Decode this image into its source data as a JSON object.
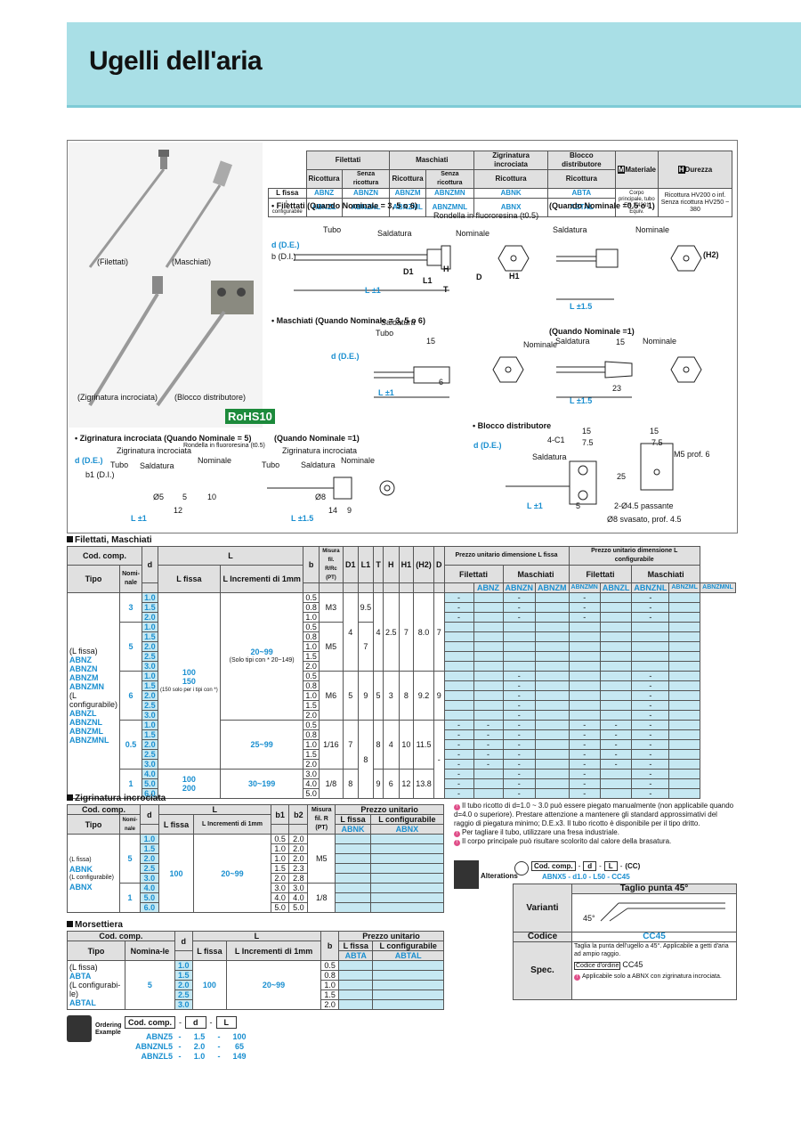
{
  "page_title": "Ugelli dell'aria",
  "rohs": {
    "text": "RoHS",
    "num": "10"
  },
  "photo_captions": [
    "(Filettati)",
    "(Maschiati)",
    "(Zigrinatura incrociata)",
    "(Blocco distributore)"
  ],
  "top_table": {
    "col_groups": [
      "Filettati",
      "Maschiati",
      "Zigrinatura incrociata",
      "Blocco distributore"
    ],
    "subcols": [
      "Ricottura",
      "Senza ricottura",
      "Ricottura",
      "Senza ricottura",
      "Ricottura",
      "Ricottura"
    ],
    "material_label": "Materiale",
    "material_m": "M",
    "hardness_label": "Durezza",
    "hardness_h": "H",
    "row_fixed_label": "L fissa",
    "row_fixed": [
      "ABNZ",
      "ABNZN",
      "ABNZM",
      "ABNZMN",
      "ABNK",
      "ABTA"
    ],
    "row_conf_label": "L configurabile",
    "row_conf": [
      "ABNZL",
      "ABNZNL",
      "ABNZML",
      "ABNZMNL",
      "ABNX",
      "ABTAL"
    ],
    "material_text": "Corpo principale, tubo EN 1.4301 Equiv.",
    "hardness_text": "Ricottura HV200 o inf. Senza ricottura HV250 ~ 380"
  },
  "drawing_titles": {
    "filettati": "• Filettati (Quando Nominale = 3, 5 o 6)",
    "filettati_small": "(Quando Nominale =0.5 o 1)",
    "maschiati": "• Maschiati (Quando Nominale = 3, 5 o 6)",
    "maschiati_small": "(Quando Nominale =1)",
    "zigrinatura": "• Zigrinatura incrociata (Quando Nominale = 5)",
    "zigrinatura_small": "(Quando Nominale =1)",
    "blocco": "• Blocco distributore"
  },
  "drawing_labels": {
    "tubo": "Tubo",
    "saldatura": "Saldatura",
    "nominale": "Nominale",
    "rondella": "Rondella in fluororesina (t0.5)",
    "zig_label": "Zigrinatura incrociata",
    "d_de": "d (D.E.)",
    "b_di": "b (D.I.)",
    "b1_di": "b1 (D.I.)",
    "l_pm1": "L ±1",
    "l_pm15": "L ±1.5",
    "m5": "M5 prof. 6",
    "hole": "2-Ø4.5 passante",
    "svas": "Ø8 svasato, prof. 4.5",
    "c1": "4-C1",
    "dim_15": "15",
    "dim_75": "7.5",
    "dim_25": "25",
    "dim_23": "23",
    "dim_6": "6",
    "dim_5": "5",
    "dim_12": "12",
    "dim_14": "14",
    "dim_9": "9",
    "dim_10": "10",
    "dim_o8": "Ø8",
    "dim_o5": "Ø5",
    "h_label": "H",
    "t_label": "T",
    "l1_label": "L1",
    "d1_label": "D1",
    "d_label": "D",
    "h1_label": "H1",
    "h2_label": "(H2)"
  },
  "section1": {
    "title": "Filettati, Maschiati",
    "headers": {
      "cod": "Cod. comp.",
      "tipo": "Tipo",
      "nominale": "Nomi-nale",
      "d": "d",
      "l": "L",
      "lfissa": "L fissa",
      "linc": "L Incrementi di 1mm",
      "b": "b",
      "misura": "Misura fil. R/Rc (PT)",
      "d1": "D1",
      "l1": "L1",
      "t": "T",
      "h": "H",
      "h1": "H1",
      "h2": "(H2)",
      "dcol": "D",
      "prezzo_fissa": "Prezzo unitario dimensione L fissa",
      "prezzo_conf": "Prezzo unitario dimensione L configurabile",
      "filettati": "Filettati",
      "maschiati": "Maschiati",
      "price_codes": [
        "ABNZ",
        "ABNZN",
        "ABNZM",
        "ABNZMN",
        "ABNZL",
        "ABNZNL",
        "ABNZML",
        "ABNZMNL"
      ]
    },
    "tipo_text": [
      "(L fissa)",
      "ABNZ",
      "ABNZN",
      "ABNZM",
      "ABNZMN",
      "(L configurabile)",
      "ABNZL",
      "ABNZNL",
      "ABNZML",
      "ABNZMNL"
    ],
    "nominale": [
      "3",
      "5",
      "6",
      "0.5",
      "1"
    ],
    "d_values": [
      "1.0",
      "1.5",
      "2.0",
      "1.0",
      "1.5",
      "2.0",
      "2.5",
      "3.0",
      "1.0",
      "1.5",
      "2.0",
      "2.5",
      "3.0",
      "1.0",
      "1.5",
      "2.0",
      "2.5",
      "3.0",
      "4.0",
      "5.0",
      "6.0"
    ],
    "b_values": [
      "0.5",
      "0.8",
      "1.0",
      "0.5",
      "0.8",
      "1.0",
      "1.5",
      "2.0",
      "0.5",
      "0.8",
      "1.0",
      "1.5",
      "2.0",
      "0.5",
      "0.8",
      "1.0",
      "1.5",
      "2.0",
      "3.0",
      "4.0",
      "5.0"
    ],
    "lfissa_a": "100",
    "lfissa_b": "150",
    "lfissa_note": "(150 solo per i tipi con *)",
    "lfissa_c": "100",
    "lfissa_d": "200",
    "linc_a": "20~99",
    "linc_a_note": "(Solo tipi con * 20~149)",
    "linc_b": "25~99",
    "linc_c": "30~199",
    "misura": [
      "M3",
      "M5",
      "M6",
      "1/16",
      "1/8"
    ],
    "d1": [
      "4",
      "5",
      "7",
      "8"
    ],
    "l1": [
      "9.5",
      "7",
      "9",
      "8"
    ],
    "t": [
      "4",
      "5",
      "8",
      "9"
    ],
    "h": [
      "2.5",
      "3",
      "4",
      "6"
    ],
    "h1": [
      "7",
      "8",
      "10",
      "12"
    ],
    "h2": [
      "8.0",
      "9.2",
      "11.5",
      "13.8"
    ],
    "dcol": [
      "7",
      "9",
      "-"
    ],
    "dash": "-"
  },
  "section2": {
    "title": "Zigrinatura incrociata",
    "headers": {
      "cod": "Cod. comp.",
      "tipo": "Tipo",
      "nominale": "Nomi-nale",
      "d": "d",
      "l": "L",
      "lfissa": "L fissa",
      "linc": "L Incrementi di 1mm",
      "b1": "b1",
      "b2": "b2",
      "misura": "Misura fil. R (PT)",
      "prezzo": "Prezzo unitario",
      "pfissa": "L fissa",
      "pconf": "L configurabile",
      "code1": "ABNK",
      "code2": "ABNX"
    },
    "tipo_text": [
      "(L fissa)",
      "ABNK",
      "(L configurabile)",
      "ABNX"
    ],
    "nominale": [
      "5",
      "1"
    ],
    "d_values": [
      "1.0",
      "1.5",
      "2.0",
      "2.5",
      "3.0",
      "4.0",
      "5.0",
      "6.0"
    ],
    "b1_values": [
      "0.5",
      "1.0",
      "1.0",
      "1.5",
      "2.0",
      "3.0",
      "4.0",
      "5.0"
    ],
    "b2_values": [
      "2.0",
      "2.0",
      "2.0",
      "2.3",
      "2.8",
      "3.0",
      "4.0",
      "5.0"
    ],
    "lfissa": "100",
    "linc": "20~99",
    "misura": [
      "M5",
      "1/8"
    ]
  },
  "section3": {
    "title": "Morsettiera",
    "headers": {
      "cod": "Cod. comp.",
      "tipo": "Tipo",
      "nominale": "Nomina-le",
      "d": "d",
      "l": "L",
      "lfissa": "L fissa",
      "linc": "L Incrementi di 1mm",
      "b": "b",
      "prezzo": "Prezzo unitario",
      "pfissa": "L fissa",
      "pconf": "L configurabile",
      "code1": "ABTA",
      "code2": "ABTAL"
    },
    "tipo_text": [
      "(L fissa)",
      "ABTA",
      "(L configurabi-le)",
      "ABTAL"
    ],
    "nominale": "5",
    "d_values": [
      "1.0",
      "1.5",
      "2.0",
      "2.5",
      "3.0"
    ],
    "b_values": [
      "0.5",
      "0.8",
      "1.0",
      "1.5",
      "2.0"
    ],
    "lfissa": "100",
    "linc": "20~99"
  },
  "notes": [
    "Il tubo ricotto di d=1.0 ~ 3.0 può essere piegato manualmente (non applicabile quando d=4.0 o superiore). Prestare attenzione a mantenere gli standard approssimativi del raggio di piegatura minimo; D.E.x3. Il tubo ricotto è disponibile per il tipo dritto.",
    "Per tagliare il tubo, utilizzare una fresa industriale.",
    "Il corpo principale può risultare scolorito dal calore della brasatura."
  ],
  "alterations": {
    "label": "Alterations",
    "order_parts": [
      "Cod. comp.",
      "-",
      "d",
      "-",
      "L",
      "-",
      "(CC)"
    ],
    "order_example": "ABNX5 - d1.0 - L50 - CC45",
    "varianti": "Varianti",
    "taglio": "Taglio punta 45°",
    "angle": "45°",
    "codice": "Codice",
    "code": "CC45",
    "spec": "Spec.",
    "spec_text": "Taglia la punta dell'ugello a 45°. Applicabile a getti d'aria ad ampio raggio.",
    "codice_ordine": "Codice d'ordine",
    "spec_note": "Applicabile solo a ABNX con zigrinatura incrociata."
  },
  "ordering": {
    "label1": "Ordering",
    "label2": "Example",
    "parts": [
      "Cod. comp.",
      "-",
      "d",
      "-",
      "L"
    ],
    "rows": [
      [
        "ABNZ5",
        "-",
        "1.5",
        "-",
        "100"
      ],
      [
        "ABNZNL5",
        "-",
        "2.0",
        "-",
        "65"
      ],
      [
        "ABNZL5",
        "-",
        "1.0",
        "-",
        "149"
      ]
    ]
  },
  "colors": {
    "header_band": "#a9dfe6",
    "accent_blue": "#1a8fd0",
    "cell_blue": "#c6e8f2",
    "rohs_green": "#1c8a3b"
  }
}
